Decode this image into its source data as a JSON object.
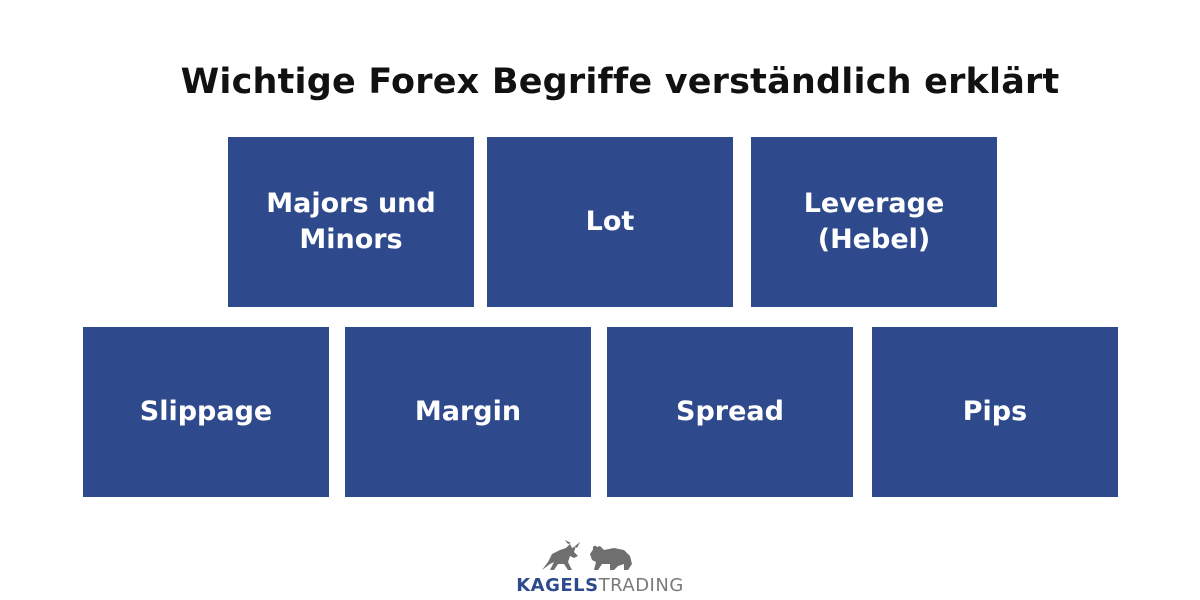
{
  "title": "Wichtige Forex Begriffe verständlich erklärt",
  "terms_top": [
    {
      "label": "Majors und\nMinors"
    },
    {
      "label": "Lot"
    },
    {
      "label": "Leverage\n(Hebel)"
    }
  ],
  "terms_bottom": [
    {
      "label": "Slippage"
    },
    {
      "label": "Margin"
    },
    {
      "label": "Spread"
    },
    {
      "label": "Pips"
    }
  ],
  "logo": {
    "part_a": "KAGELS",
    "part_b": "TRADING",
    "icon": "bull-and-bear-icon"
  },
  "colors": {
    "tile_background": "#2e4a8c",
    "tile_text": "#ffffff",
    "title_text": "#111111",
    "brand_blue": "#2e4a8c",
    "brand_gray": "#7a7a7a",
    "background": "#ffffff"
  }
}
